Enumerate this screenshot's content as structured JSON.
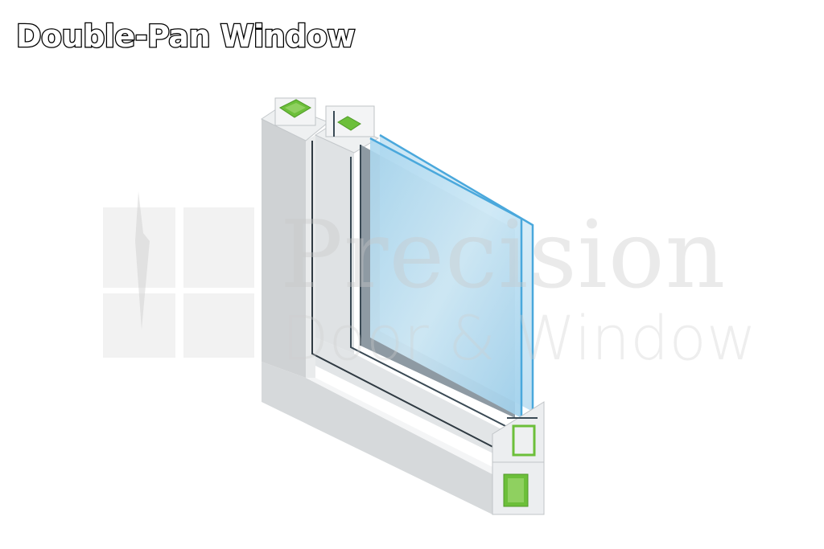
{
  "title": "Double-Pan Window",
  "watermark": {
    "brand": "Precision",
    "tagline": "Door & Window"
  },
  "diagram": {
    "subject": "double-pane-window-frame-cross-section",
    "colors": {
      "frame": "#d9dcde",
      "frame_light": "#eef0f1",
      "frame_shadow": "#b9bdc0",
      "reinforcement": "#6cbf3a",
      "glass": "#b9def0",
      "glass_edge": "#4aa8dc",
      "gasket": "#3a4a55"
    }
  }
}
